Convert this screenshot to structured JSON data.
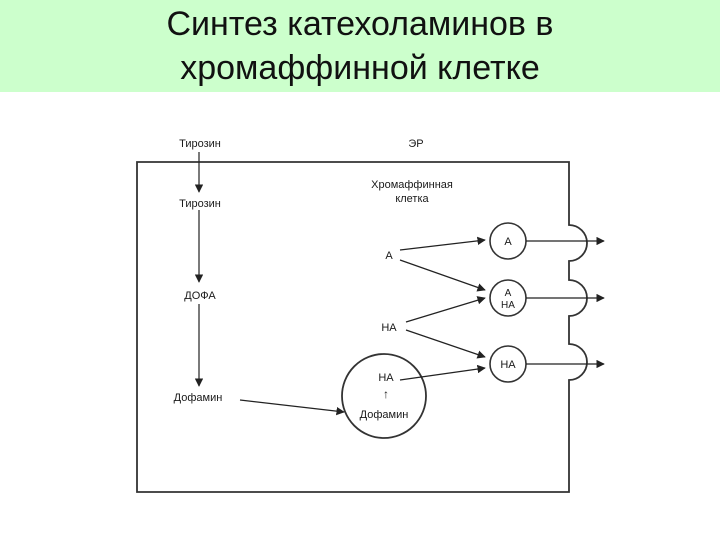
{
  "slide": {
    "title_line1": "Синтез катехоламинов в",
    "title_line2": "хромаффинной клетке",
    "band_color": "#ccffcc"
  },
  "diagram": {
    "tyrosine_outside": "Тирозин",
    "er": "ЭР",
    "cell_line1": "Хромаффинная",
    "cell_line2": "клетка",
    "tyrosine_inside": "Тирозин",
    "dopa": "ДОФА",
    "dopamine": "Дофамин",
    "a": "А",
    "na": "НА",
    "vesicle_na": "НА",
    "vesicle_arrow": "↑",
    "vesicle_dopamine": "Дофамин",
    "granule1": "А",
    "granule2_top": "А",
    "granule2_bottom": "НА",
    "granule3": "НА"
  }
}
